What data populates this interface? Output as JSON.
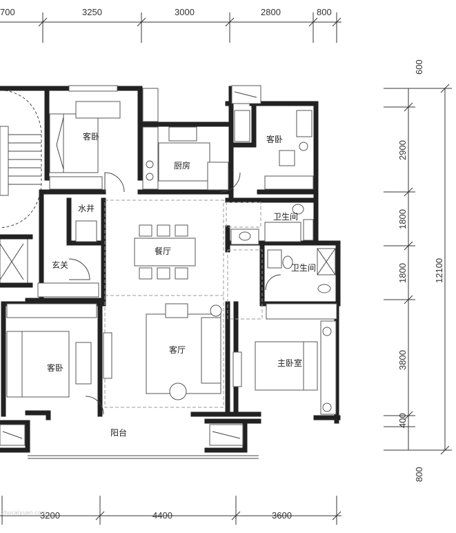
{
  "dimensions": {
    "top": [
      "700",
      "3250",
      "3000",
      "2800",
      "800"
    ],
    "bottom": [
      "3200",
      "4400",
      "3600"
    ],
    "right": [
      "600",
      "2900",
      "1800",
      "1800",
      "3800",
      "400",
      "800"
    ],
    "total": "12100"
  },
  "rooms": {
    "bedroom_nw": "客卧",
    "kitchen": "厨房",
    "bedroom_ne": "客卧",
    "water_well": "水井",
    "bath_1": "卫生间",
    "dining": "餐厅",
    "foyer": "玄关",
    "bath_2": "卫生间",
    "bedroom_sw": "客卧",
    "living": "客厅",
    "master": "主卧室",
    "balcony": "阳台"
  },
  "watermark": "zhucaiyuan.com"
}
